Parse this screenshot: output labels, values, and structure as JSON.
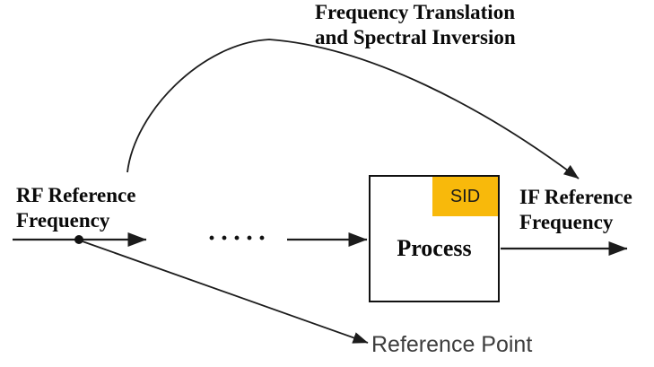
{
  "figure": {
    "annotation": {
      "line1": "Frequency Translation",
      "line2": "and Spectral Inversion"
    },
    "rf_label": {
      "line1": "RF Reference",
      "line2": "Frequency"
    },
    "if_label": {
      "line1": "IF Reference",
      "line2": "Frequency"
    },
    "process_box": {
      "title": "Process",
      "badge": "SID"
    },
    "ellipsis": "·····",
    "reference_point": "Reference Point"
  },
  "colors": {
    "badge_background": "#F8B90B",
    "line": "#1c1c1c",
    "label_text": "#0a0a0a",
    "reference_point_text": "#3d3d3d"
  }
}
